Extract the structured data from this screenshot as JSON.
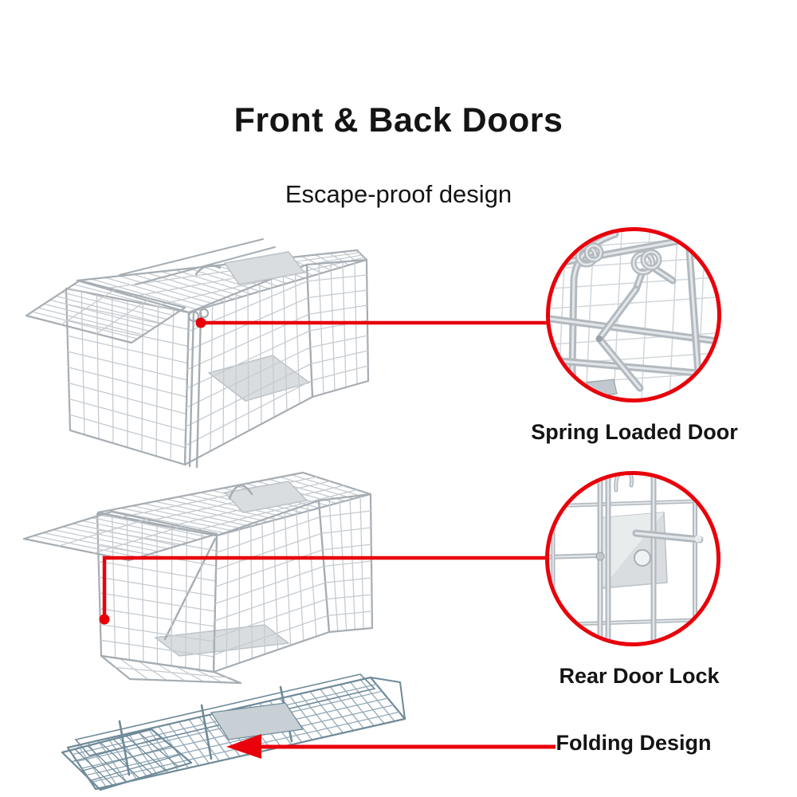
{
  "header": {
    "title": "Front & Back Doors",
    "subtitle": "Escape-proof design"
  },
  "callouts": {
    "spring": {
      "label": "Spring Loaded Door"
    },
    "rear_lock": {
      "label": "Rear Door Lock"
    },
    "folding": {
      "label": "Folding Design"
    }
  },
  "figures": {
    "cage_front_open": "wire trap cage with raised front door",
    "cage_rear_view": "wire trap cage rear door view",
    "cage_folded": "trap cage folded flat"
  },
  "colors": {
    "accent": "#e8000b",
    "text": "#141414",
    "wire": "#c6cbd0",
    "wire_frame": "#a6adb3",
    "plate": "#d9dde0",
    "plate_edge": "#bcc2c7",
    "metal_base": "#b2b9bf",
    "metal_light": "#e4e7ea",
    "folded_wire": "#93a9b6",
    "folded_frame": "#6f8a99",
    "folded_plate": "#c8d0d5"
  }
}
